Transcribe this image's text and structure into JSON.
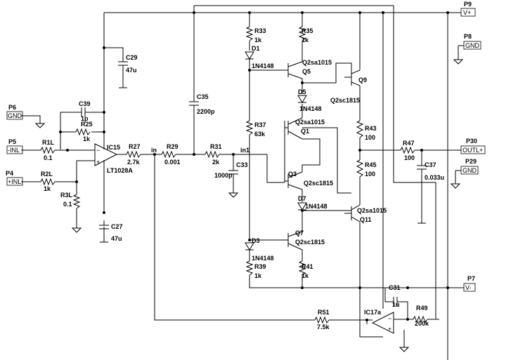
{
  "ports": {
    "P9": {
      "name": "P9",
      "label": "V+"
    },
    "P8": {
      "name": "P8",
      "label": "GND"
    },
    "P6": {
      "name": "P6",
      "label": "GND"
    },
    "P5": {
      "name": "P5",
      "label": "-INL"
    },
    "P4": {
      "name": "P4",
      "label": "+INL"
    },
    "P30": {
      "name": "P30",
      "label": "OUTL+"
    },
    "P29": {
      "name": "P29",
      "label": "GND"
    },
    "P7": {
      "name": "P7",
      "label": "V-"
    }
  },
  "resistors": {
    "R1L": {
      "ref": "R1L",
      "value": "0.1"
    },
    "R2L": {
      "ref": "R2L",
      "value": "1k"
    },
    "R3L": {
      "ref": "R3L",
      "value": "0.1"
    },
    "R25": {
      "ref": "R25",
      "value": "1k"
    },
    "R27": {
      "ref": "R27",
      "value": "2.7k"
    },
    "R29": {
      "ref": "R29",
      "value": "0.001"
    },
    "R31": {
      "ref": "R31",
      "value": "2k"
    },
    "R33": {
      "ref": "R33",
      "value": "1k"
    },
    "R35": {
      "ref": "R35",
      "value": "1k"
    },
    "R37": {
      "ref": "R37",
      "value": "63k"
    },
    "R39": {
      "ref": "R39",
      "value": "1k"
    },
    "R41": {
      "ref": "R41",
      "value": "1k"
    },
    "R43": {
      "ref": "R43",
      "value": "100"
    },
    "R45": {
      "ref": "R45",
      "value": "100"
    },
    "R47": {
      "ref": "R47",
      "value": "100"
    },
    "R49": {
      "ref": "R49",
      "value": "200k"
    },
    "R51": {
      "ref": "R51",
      "value": "7.5k"
    }
  },
  "capacitors": {
    "C29": {
      "ref": "C29",
      "value": "47u"
    },
    "C27": {
      "ref": "C27",
      "value": "47u"
    },
    "C39": {
      "ref": "C39",
      "value": "1p"
    },
    "C35": {
      "ref": "C35",
      "value": "2200p"
    },
    "C33": {
      "ref": "C33",
      "value": "1000p"
    },
    "C37": {
      "ref": "C37",
      "value": "0.033u"
    },
    "C31": {
      "ref": "C31",
      "value": "1u"
    }
  },
  "diodes": {
    "D1": {
      "ref": "D1",
      "part": "1N4148"
    },
    "D5": {
      "ref": "D5",
      "part": "1N4148"
    },
    "D7": {
      "ref": "D7",
      "part": "1N4148"
    },
    "D3": {
      "ref": "D3",
      "part": "1N4148"
    }
  },
  "transistors": {
    "Q5": {
      "ref": "Q5",
      "part": "Q2sa1015"
    },
    "Q9": {
      "ref": "Q9",
      "part": "Q2sc1815"
    },
    "Q1": {
      "ref": "Q1",
      "part": "Q2sa1015"
    },
    "Q3": {
      "ref": "Q3",
      "part": "Q2sc1815"
    },
    "Q11": {
      "ref": "Q11",
      "part": "Q2sa1015"
    },
    "Q7": {
      "ref": "Q7",
      "part": "Q2sc1815"
    }
  },
  "ics": {
    "IC15": {
      "ref": "IC15",
      "part": "LT1028A"
    },
    "IC17": {
      "ref": "IC17a"
    }
  },
  "nets": {
    "in": "in",
    "in1": "in1"
  }
}
